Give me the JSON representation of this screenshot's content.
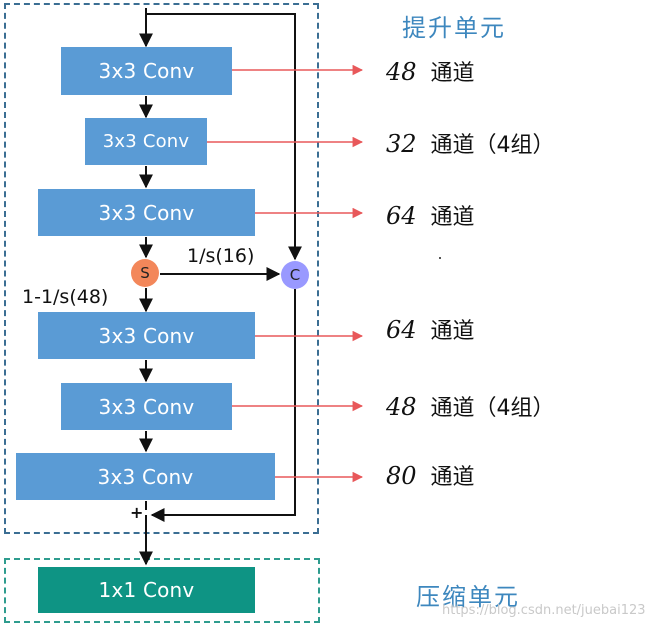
{
  "upgrade_unit": {
    "title": "提升单元",
    "convs": [
      "3x3 Conv",
      "3x3 Conv",
      "3x3 Conv",
      "3x3 Conv",
      "3x3 Conv",
      "3x3 Conv"
    ],
    "split_node": "S",
    "concat_node": "C",
    "split_right_label": "1/s(16)",
    "split_down_label": "1-1/s(48)",
    "add_symbol": "+"
  },
  "compress_unit": {
    "title": "压缩单元",
    "conv": "1x1 Conv"
  },
  "channels": [
    {
      "num": "48",
      "text": "通道"
    },
    {
      "num": "32",
      "text": "通道（4组）"
    },
    {
      "num": "64",
      "text": "通道"
    },
    {
      "num": "64",
      "text": "通道"
    },
    {
      "num": "48",
      "text": "通道（4组）"
    },
    {
      "num": "80",
      "text": "通道"
    }
  ],
  "watermark": "https://blog.csdn.net/juebai123",
  "colors": {
    "conv_blue": "#5a9bd5",
    "conv_teal": "#0e9484",
    "split_orange": "#f3875a",
    "concat_purple": "#9999ff",
    "arrow_red": "#e8585a",
    "title_blue": "#3d87be"
  }
}
